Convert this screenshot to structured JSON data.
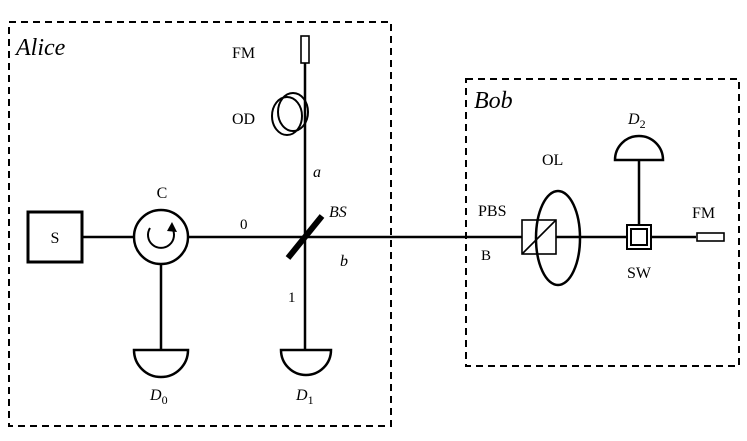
{
  "parties": {
    "alice": "Alice",
    "bob": "Bob"
  },
  "components": {
    "source": "S",
    "circulator": "C",
    "beam_splitter": "BS",
    "faraday_mirror_alice": "FM",
    "optical_delay": "OD",
    "polarizing_beam_splitter": "PBS",
    "optical_loop": "OL",
    "switch": "SW",
    "faraday_mirror_bob": "FM"
  },
  "paths": {
    "zero": "0",
    "one": "1",
    "a": "a",
    "b": "b",
    "bob_input": "B"
  },
  "detectors": {
    "d0": {
      "base": "D",
      "sub": "0"
    },
    "d1": {
      "base": "D",
      "sub": "1"
    },
    "d2": {
      "base": "D",
      "sub": "2"
    }
  }
}
